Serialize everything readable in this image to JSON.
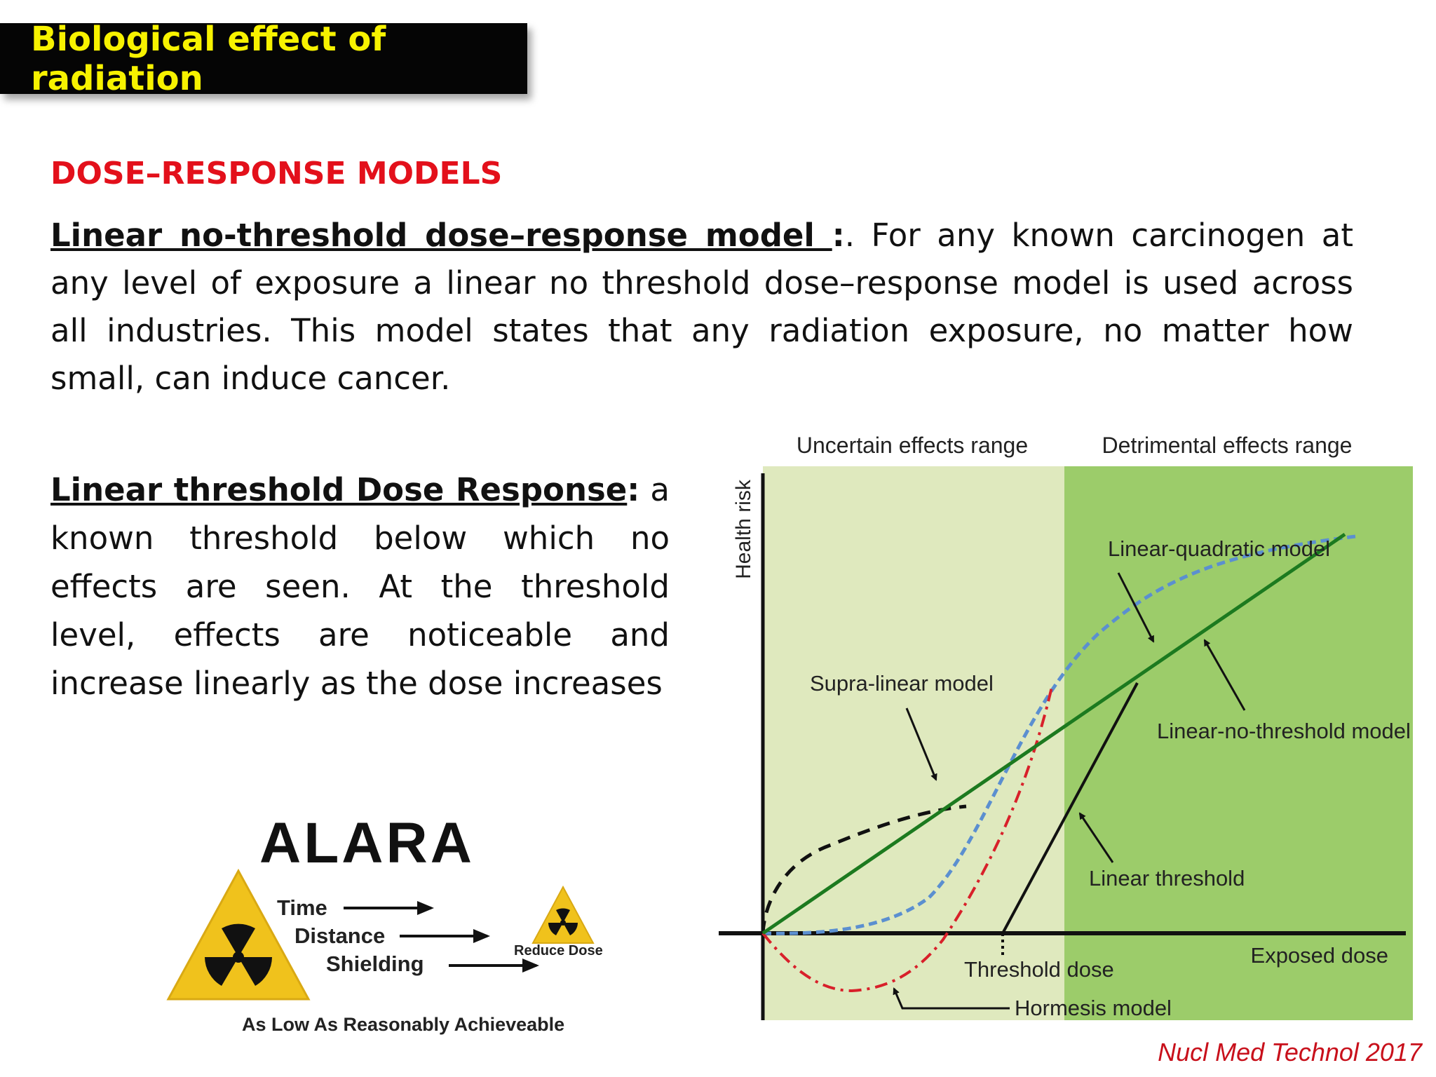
{
  "slide": {
    "title": "Biological effect of radiation",
    "heading": "DOSE–RESPONSE MODELS",
    "paragraph1": {
      "lead": "Linear no-threshold dose–response model ",
      "lead_colon": ":",
      "body": ". For any known carcinogen at any level of exposure a linear no threshold dose–response model is used across all industries. This model states that any radiation exposure, no matter how small, can induce cancer."
    },
    "paragraph2": {
      "lead": "Linear  threshold Dose Response",
      "lead_colon": ":",
      "body": " a known threshold below which no effects are seen. At the threshold level, effects are noticeable and increase linearly as the dose increases"
    },
    "citation": "Nucl Med Technol 2017"
  },
  "diagram": {
    "range_left": "Uncertain effects range",
    "range_right": "Detrimental effects range",
    "y_axis": "Health risk",
    "x_axis": "Exposed dose",
    "labels": {
      "linear_quadratic": "Linear-quadratic model",
      "supra_linear": "Supra-linear model",
      "lnt": "Linear-no-threshold model",
      "linear_threshold": "Linear threshold",
      "threshold_dose": "Threshold dose",
      "hormesis": "Hormesis model"
    },
    "colors": {
      "light_green": "#dfe9be",
      "dark_green": "#9ccc6a",
      "lnt": "#1c7a1f",
      "linear_quadratic": "#5b8fd0",
      "hormesis": "#d8202a",
      "supra_linear": "#111111"
    }
  },
  "alara": {
    "title": "ALARA",
    "items": [
      "Time",
      "Distance",
      "Shielding"
    ],
    "result": "Reduce Dose",
    "caption": "As Low As Reasonably Achieveable",
    "colors": {
      "sign_fill": "#f0c21c",
      "sign_symbol": "#111111"
    }
  }
}
